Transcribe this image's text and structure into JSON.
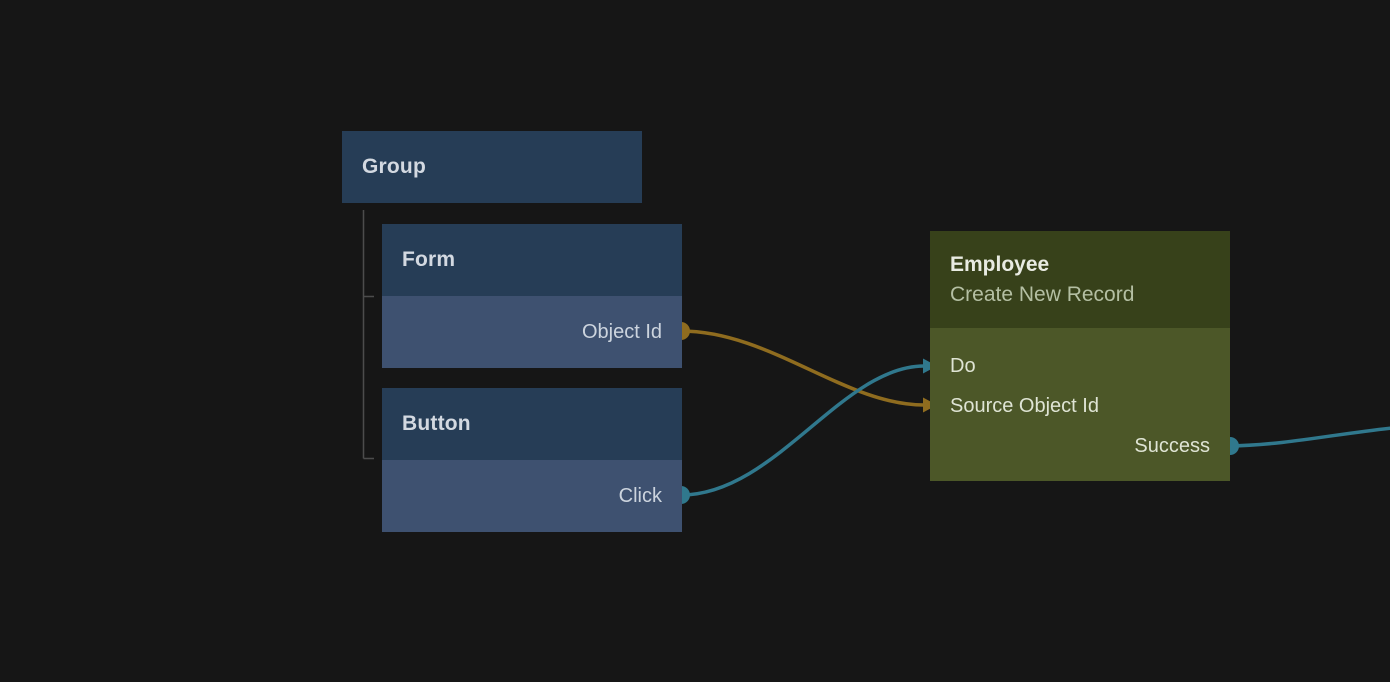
{
  "canvas": {
    "background": "#161616",
    "type": "node-flow-editor"
  },
  "colors": {
    "node_header_blue": "#263d56",
    "node_row_blue": "#3e5170",
    "node_header_green": "#37411a",
    "node_body_green": "#4c5728",
    "amber": "#8f6c1f",
    "teal": "#30788d",
    "tree_line": "#4c4c4c"
  },
  "nodes": {
    "group": {
      "title": "Group"
    },
    "form": {
      "title": "Form",
      "outputs": [
        {
          "label": "Object Id",
          "port_color": "#8f6c1f"
        }
      ]
    },
    "button": {
      "title": "Button",
      "outputs": [
        {
          "label": "Click",
          "port_color": "#30788d"
        }
      ]
    },
    "employee": {
      "title": "Employee",
      "subtitle": "Create New Record",
      "inputs": [
        {
          "label": "Do",
          "port_color": "#30788d"
        },
        {
          "label": "Source Object Id",
          "port_color": "#8f6c1f"
        }
      ],
      "outputs": [
        {
          "label": "Success",
          "port_color": "#30788d"
        }
      ]
    }
  },
  "connections": [
    {
      "from": "Form.Object Id",
      "to": "Employee.Source Object Id",
      "color": "#8f6c1f"
    },
    {
      "from": "Button.Click",
      "to": "Employee.Do",
      "color": "#30788d"
    },
    {
      "from": "Employee.Success",
      "to": "offscreen-right",
      "color": "#30788d"
    }
  ],
  "hierarchy": {
    "parent": "Group",
    "children": [
      "Form",
      "Button"
    ]
  }
}
